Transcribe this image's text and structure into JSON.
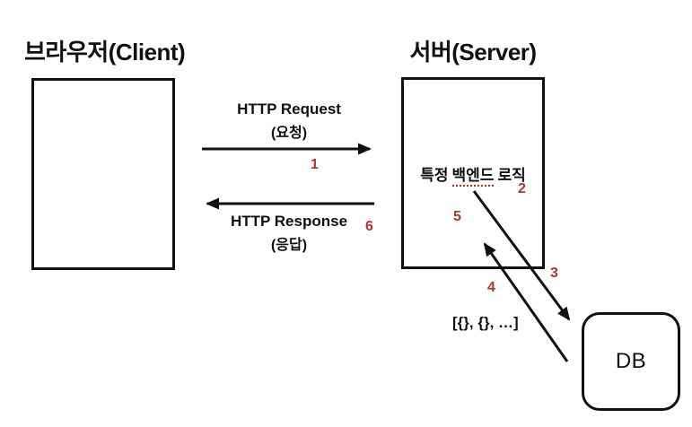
{
  "palette": {
    "ink": "#111111",
    "accent_red": "#b5332a",
    "underline_red": "#c0281c",
    "background": "#ffffff"
  },
  "client": {
    "title": "브라우저(Client)"
  },
  "server": {
    "title": "서버(Server)",
    "logic": {
      "prefix": "특정",
      "underlined": "백엔드",
      "suffix": "로직"
    }
  },
  "db": {
    "label": "DB"
  },
  "request": {
    "line1": "HTTP Request",
    "line2": "(요청)"
  },
  "response": {
    "line1": "HTTP Response",
    "line2": "(응답)"
  },
  "payload": {
    "label": "[{}, {}, …]"
  },
  "steps": {
    "s1": "1",
    "s2": "2",
    "s3": "3",
    "s4": "4",
    "s5": "5",
    "s6": "6"
  }
}
